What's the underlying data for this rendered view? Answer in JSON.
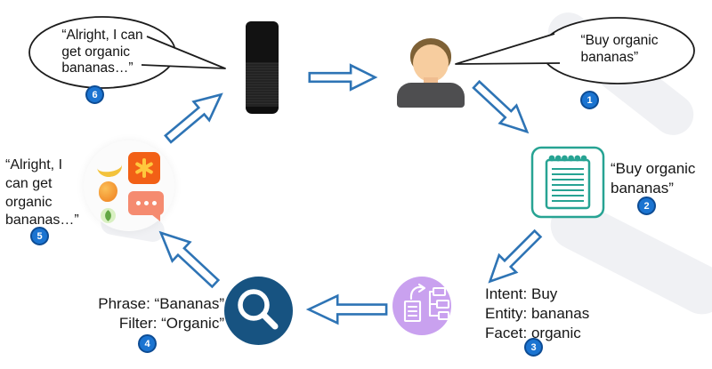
{
  "diagram_title": "voice shopping assistant flow",
  "colors": {
    "arrow_blue": "#2E74B5",
    "badge_blue": "#1B74D1",
    "badge_border": "#0D4C94",
    "search_navy": "#175381",
    "notepad_teal": "#27A393",
    "nlp_purple": "#C9A1EF",
    "walmart_orange": "#F26016",
    "spark_yellow": "#FFC83D",
    "chat_salmon": "#F58B70"
  },
  "steps": {
    "user_utterance": {
      "badge": "1",
      "text": "“Buy organic\nbananas”"
    },
    "transcript": {
      "badge": "2",
      "text": "“Buy organic\nbananas”"
    },
    "nlu": {
      "badge": "3",
      "text": "Intent: Buy\nEntity: bananas\nFacet: organic"
    },
    "search_query": {
      "badge": "4",
      "text": "Phrase: “Bananas”\nFilter: “Organic”"
    },
    "assistant_response": {
      "badge": "5",
      "text": "“Alright, I\ncan get\norganic\nbananas…”"
    },
    "device_speech": {
      "badge": "6",
      "text": "“Alright, I can\nget organic\nbananas…”"
    }
  },
  "icons": {
    "device": "echo-smart-speaker",
    "user": "person-avatar",
    "notepad": "transcription-notepad",
    "nlp": "document-parse",
    "search": "magnifier",
    "store": "walmart-assistant-cluster"
  }
}
